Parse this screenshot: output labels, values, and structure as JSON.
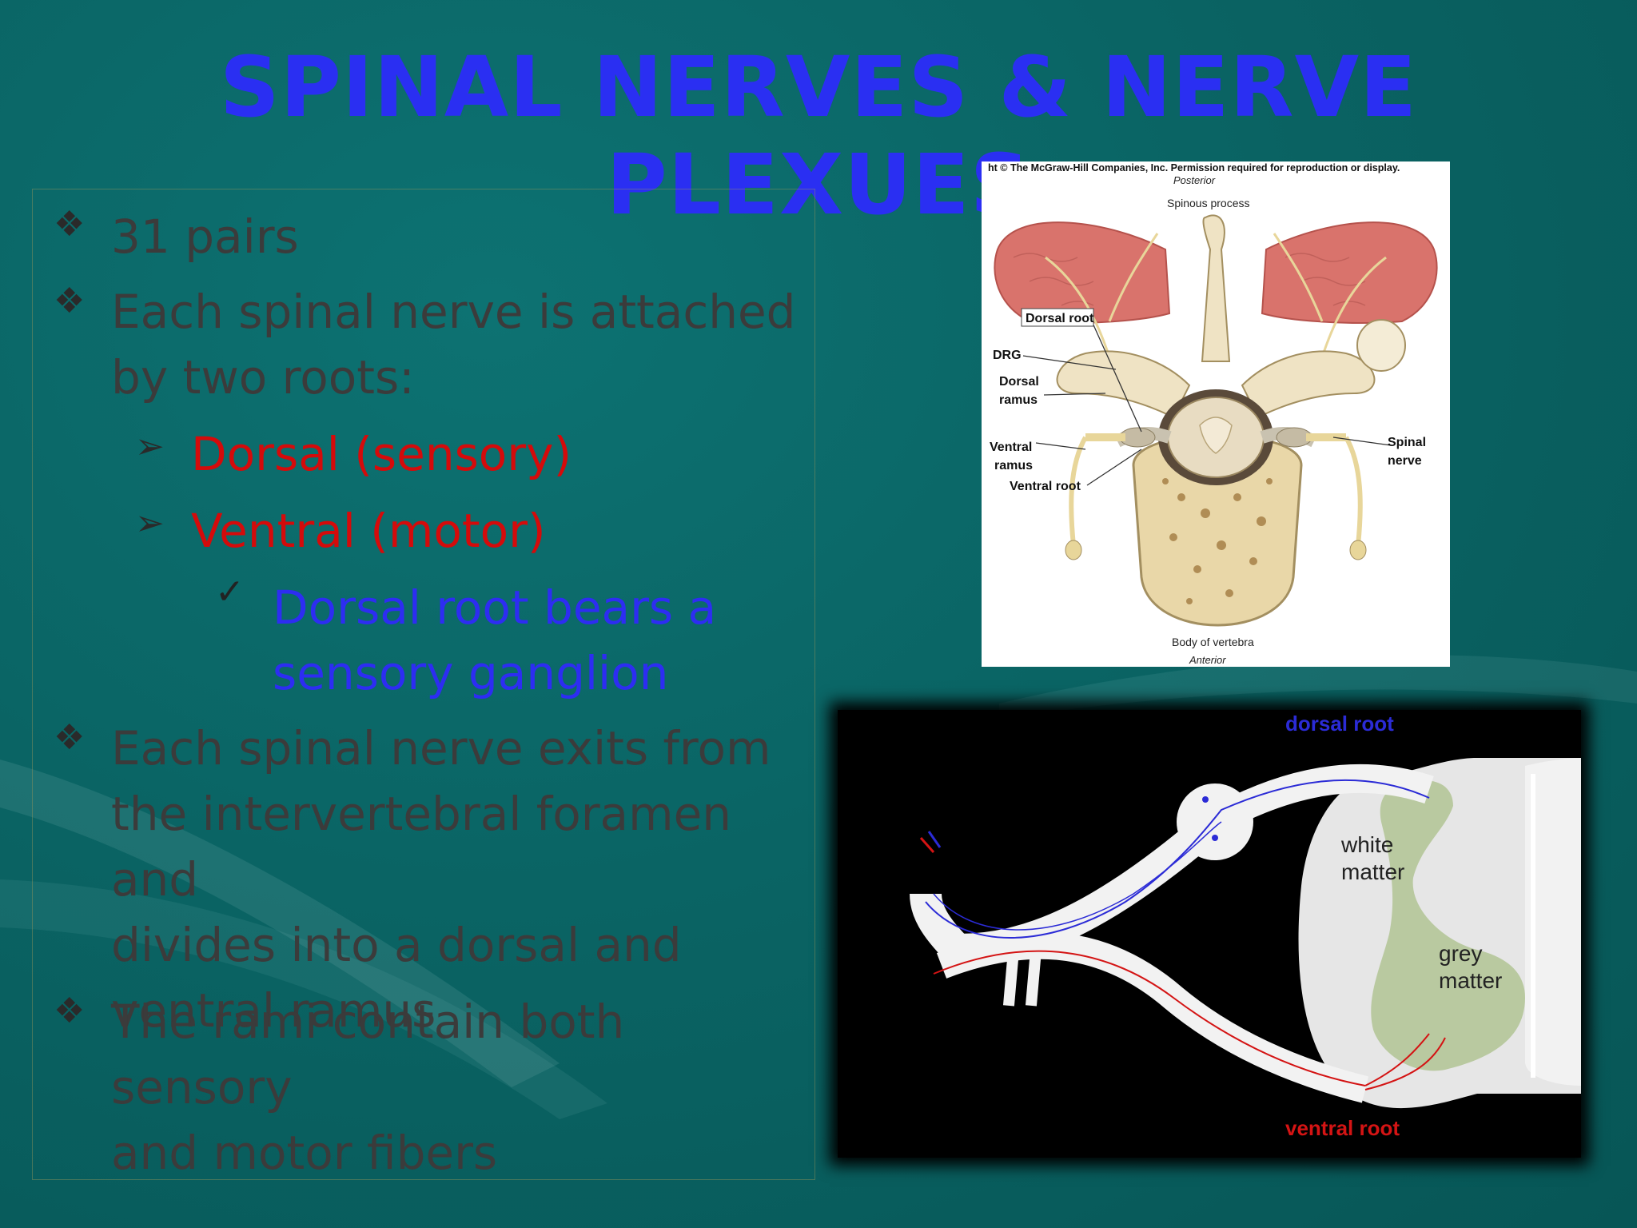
{
  "slide": {
    "title": "SPINAL NERVES & NERVE PLEXUES",
    "bullets": [
      {
        "level": 1,
        "text_lines": [
          "31 pairs"
        ]
      },
      {
        "level": 1,
        "text_lines": [
          "Each spinal nerve is attached",
          "by two roots:"
        ]
      },
      {
        "level": 2,
        "text_lines": [
          "Dorsal (sensory)"
        ]
      },
      {
        "level": 2,
        "text_lines": [
          "Ventral (motor)"
        ]
      },
      {
        "level": 3,
        "text_lines": [
          "Dorsal root bears a",
          "sensory ganglion"
        ]
      },
      {
        "level": 1,
        "text_lines": [
          " Each spinal nerve exits from",
          "the intervertebral foramen and",
          "divides into a dorsal and",
          "ventral ramus"
        ]
      },
      {
        "level": 1,
        "text_lines": [
          "The rami contain both sensory",
          "and motor fibers"
        ]
      }
    ],
    "colors": {
      "title": "#2a2ff2",
      "level2": "#d40b0b",
      "level3": "#2d2df2",
      "body": "#3b3b3b"
    },
    "icons": {
      "level1": "diamond-cluster-bullet-icon",
      "level2": "arrowhead-bullet-icon",
      "level3": "checkmark-bullet-icon"
    }
  },
  "figure1": {
    "copyright": "ht © The McGraw-Hill Companies, Inc. Permission required for reproduction or display.",
    "labels": {
      "posterior": "Posterior",
      "spinous": "Spinous process",
      "dorsal_root": "Dorsal root",
      "drg": "DRG",
      "dorsal_ramus_1": "Dorsal",
      "dorsal_ramus_2": "ramus",
      "ventral_ramus_1": "Ventral",
      "ventral_ramus_2": "ramus",
      "ventral_root": "Ventral root",
      "spinal_nerve_1": "Spinal",
      "spinal_nerve_2": "nerve",
      "body": "Body of vertebra",
      "anterior": "Anterior"
    }
  },
  "figure2": {
    "labels": {
      "dorsal_root": "dorsal root",
      "white_matter_1": "white",
      "white_matter_2": "matter",
      "grey_matter_1": "grey",
      "grey_matter_2": "matter",
      "ventral_root": "ventral root"
    }
  }
}
